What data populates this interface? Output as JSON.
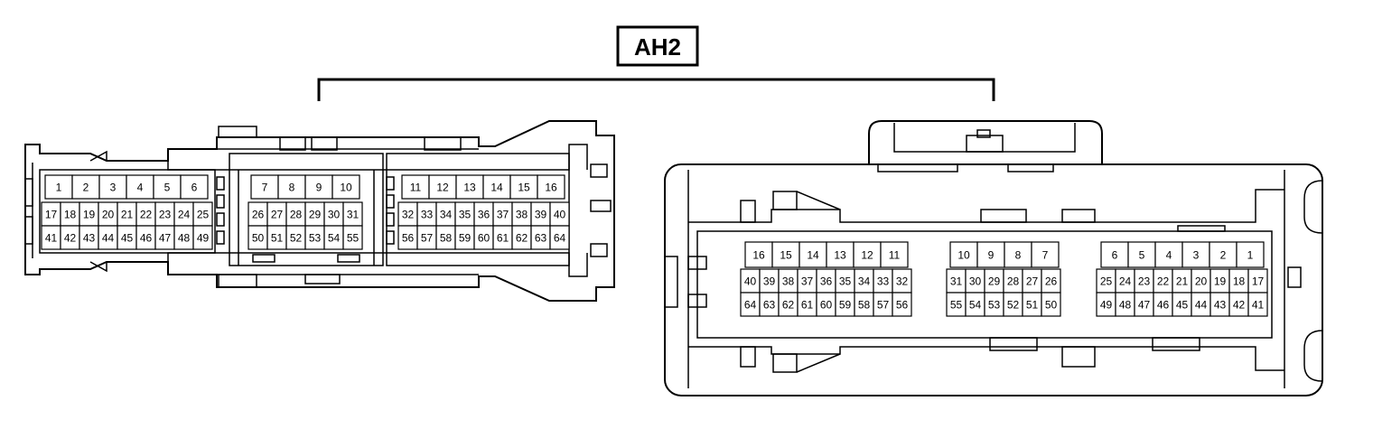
{
  "connector_label": "AH2",
  "left_connector": {
    "groups": [
      {
        "top": [
          "1",
          "2",
          "3",
          "4",
          "5",
          "6"
        ],
        "middle": [
          "17",
          "18",
          "19",
          "20",
          "21",
          "22",
          "23",
          "24",
          "25"
        ],
        "bottom": [
          "41",
          "42",
          "43",
          "44",
          "45",
          "46",
          "47",
          "48",
          "49"
        ]
      },
      {
        "top": [
          "7",
          "8",
          "9",
          "10"
        ],
        "middle": [
          "26",
          "27",
          "28",
          "29",
          "30",
          "31"
        ],
        "bottom": [
          "50",
          "51",
          "52",
          "53",
          "54",
          "55"
        ]
      },
      {
        "top": [
          "11",
          "12",
          "13",
          "14",
          "15",
          "16"
        ],
        "middle": [
          "32",
          "33",
          "34",
          "35",
          "36",
          "37",
          "38",
          "39",
          "40"
        ],
        "bottom": [
          "56",
          "57",
          "58",
          "59",
          "60",
          "61",
          "62",
          "63",
          "64"
        ]
      }
    ]
  },
  "right_connector": {
    "groups": [
      {
        "top": [
          "16",
          "15",
          "14",
          "13",
          "12",
          "11"
        ],
        "middle": [
          "40",
          "39",
          "38",
          "37",
          "36",
          "35",
          "34",
          "33",
          "32"
        ],
        "bottom": [
          "64",
          "63",
          "62",
          "61",
          "60",
          "59",
          "58",
          "57",
          "56"
        ]
      },
      {
        "top": [
          "10",
          "9",
          "8",
          "7"
        ],
        "middle": [
          "31",
          "30",
          "29",
          "28",
          "27",
          "26"
        ],
        "bottom": [
          "55",
          "54",
          "53",
          "52",
          "51",
          "50"
        ]
      },
      {
        "top": [
          "6",
          "5",
          "4",
          "3",
          "2",
          "1"
        ],
        "middle": [
          "25",
          "24",
          "23",
          "22",
          "21",
          "20",
          "19",
          "18",
          "17"
        ],
        "bottom": [
          "49",
          "48",
          "47",
          "46",
          "45",
          "44",
          "43",
          "42",
          "41"
        ]
      }
    ]
  }
}
